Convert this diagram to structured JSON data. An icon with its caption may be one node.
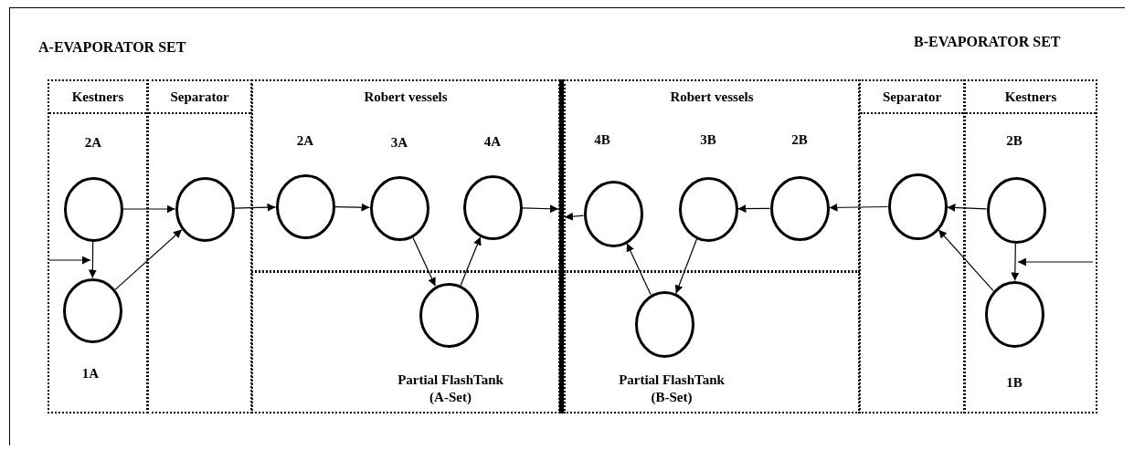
{
  "diagram": {
    "nodes": [
      {
        "text": [
          "Kestners"
        ]
      },
      {
        "text": [
          "Separator"
        ]
      },
      {
        "text": [
          "Robert vessels"
        ]
      },
      {
        "text": [
          "Partial FlashTank (A-Set)"
        ]
      },
      {
        "text": [
          "Robert vessels"
        ]
      },
      {
        "text": [
          "Partial FlashTank (B-Set)"
        ]
      },
      {
        "text": [
          "Separator"
        ]
      },
      {
        "text": [
          "Kestners"
        ]
      },
      {
        "text": [],
        "shape": "circle",
        "in": 0,
        "beside": [
          "2A"
        ]
      },
      {
        "text": [],
        "shape": "circle",
        "in": 0,
        "beside": [
          "1A"
        ]
      },
      {
        "text": [],
        "shape": "circle",
        "in": 1
      },
      {
        "text": [],
        "shape": "circle",
        "in": 2,
        "beside": [
          "2A"
        ]
      },
      {
        "text": [],
        "shape": "circle",
        "in": 2,
        "beside": [
          "3A"
        ]
      },
      {
        "text": [],
        "shape": "circle",
        "in": 2,
        "beside": [
          "4A"
        ]
      },
      {
        "text": [],
        "shape": "circle",
        "in": 3
      },
      {
        "text": [],
        "shape": "circle",
        "in": 4,
        "beside": [
          "4B"
        ]
      },
      {
        "text": [],
        "shape": "circle",
        "in": 4,
        "beside": [
          "3B"
        ]
      },
      {
        "text": [],
        "shape": "circle",
        "in": 4,
        "beside": [
          "2B"
        ]
      },
      {
        "text": [],
        "shape": "circle",
        "in": 5
      },
      {
        "text": [],
        "shape": "circle",
        "in": 6
      },
      {
        "text": [],
        "shape": "circle",
        "in": 7,
        "beside": [
          "2B"
        ]
      },
      {
        "text": [],
        "shape": "circle",
        "in": 7,
        "beside": [
          "1B"
        ]
      },
      {
        "text": [],
        "shape": "bar"
      }
    ],
    "edges": [
      {
        "from": 8,
        "to": 10,
        "arrow": "to"
      },
      {
        "from": 8,
        "to": 9,
        "arrow": "to"
      },
      {
        "from": null,
        "to": 9,
        "arrow": "to"
      },
      {
        "from": 9,
        "to": 10,
        "arrow": "to"
      },
      {
        "from": 10,
        "to": 11,
        "arrow": "to"
      },
      {
        "from": 11,
        "to": 12,
        "arrow": "to"
      },
      {
        "from": 12,
        "to": 14,
        "arrow": "to"
      },
      {
        "from": 14,
        "to": 13,
        "arrow": "to"
      },
      {
        "from": 13,
        "to": 22,
        "arrow": "to"
      },
      {
        "from": 15,
        "to": 22,
        "arrow": "to"
      },
      {
        "from": 16,
        "to": 18,
        "arrow": "to"
      },
      {
        "from": 18,
        "to": 15,
        "arrow": "to"
      },
      {
        "from": 17,
        "to": 16,
        "arrow": "to"
      },
      {
        "from": 19,
        "to": 17,
        "arrow": "to"
      },
      {
        "from": 20,
        "to": 19,
        "arrow": "to"
      },
      {
        "from": 20,
        "to": 21,
        "arrow": "to"
      },
      {
        "from": null,
        "to": 21,
        "arrow": "to"
      },
      {
        "from": 21,
        "to": 19,
        "arrow": "to"
      }
    ],
    "labels": [
      "A-EVAPORATOR SET",
      "B-EVAPORATOR SET"
    ]
  }
}
